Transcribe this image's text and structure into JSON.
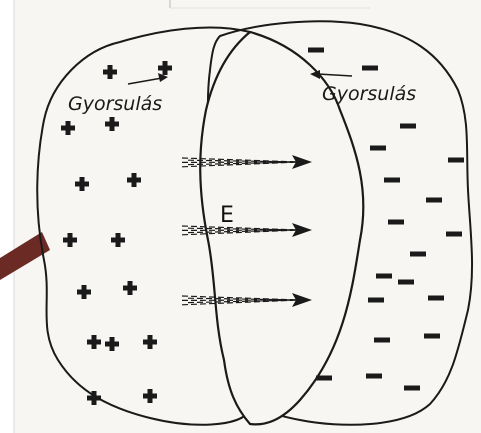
{
  "diagram": {
    "left_label": "Gyorsulás",
    "right_label": "Gyorsulás",
    "field_label": "E",
    "left_charge_symbol": "+",
    "right_charge_symbol": "−",
    "field_arrow_count": 3,
    "colors": {
      "ink": "#1a1a1a",
      "paper": "#f7f6f2",
      "accent_stripe": "#6b2a24"
    }
  }
}
